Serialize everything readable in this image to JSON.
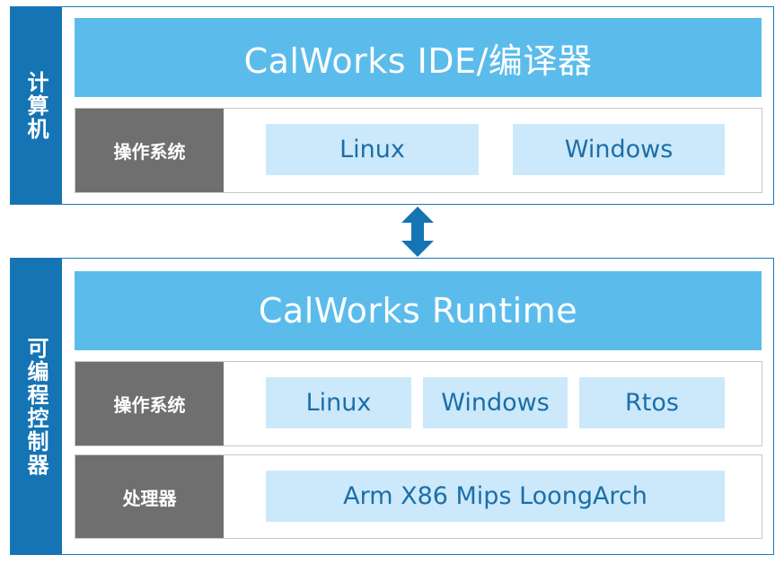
{
  "top": {
    "side_label": "计算机",
    "banner": "CalWorks IDE/编译器",
    "os_label": "操作系统",
    "os_items": [
      "Linux",
      "Windows"
    ]
  },
  "bottom": {
    "side_label": "可编程控制器",
    "banner": "CalWorks Runtime",
    "os_label": "操作系统",
    "os_items": [
      "Linux",
      "Windows",
      "Rtos"
    ],
    "cpu_label": "处理器",
    "cpu_items": "Arm X86 Mips LoongArch"
  },
  "colors": {
    "side": "#1574b3",
    "banner": "#5bbcec",
    "label": "#6f6f6f",
    "chip": "#cbe9fb",
    "chip_text": "#1c6ea8"
  },
  "connector_icon": "double-vertical-arrow-icon"
}
